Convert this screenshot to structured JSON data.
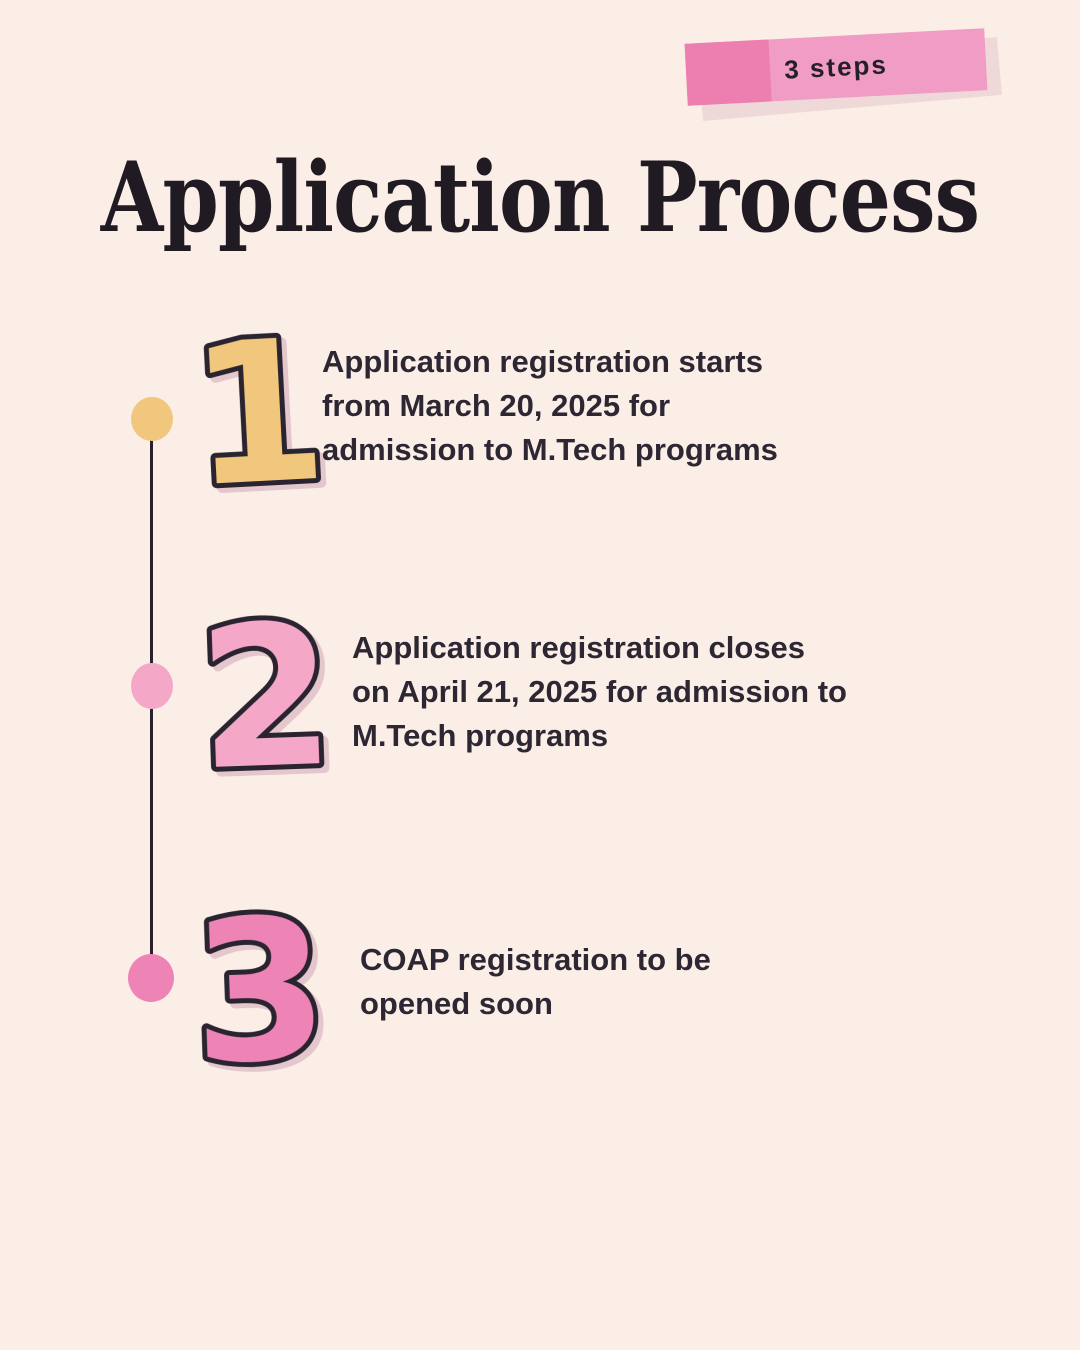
{
  "badge": {
    "label": "3 steps",
    "tape_color": "#f19cc4",
    "tape_end_color": "#ec7fb0"
  },
  "title": "Application Process",
  "timeline": {
    "line_color": "#27222c"
  },
  "steps": [
    {
      "number": "1",
      "accent_color": "#f0c77d",
      "text": "Application registration starts\nfrom March 20, 2025 for\nadmission to M.Tech programs"
    },
    {
      "number": "2",
      "accent_color": "#f4a7c7",
      "text": "Application registration closes\non April 21, 2025 for admission to\nM.Tech programs"
    },
    {
      "number": "3",
      "accent_color": "#ee84b6",
      "text": "COAP registration to be\nopened soon"
    }
  ]
}
